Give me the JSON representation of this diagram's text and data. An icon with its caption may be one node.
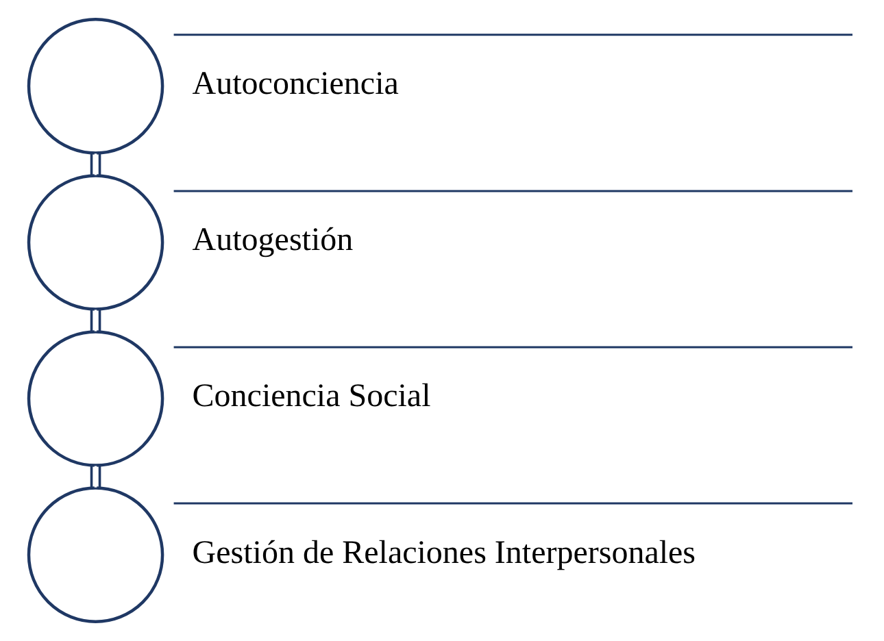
{
  "diagram": {
    "nodes": [
      {
        "text": [],
        "shape": "circle"
      },
      {
        "text": [
          "Autoconciencia"
        ]
      },
      {
        "text": [],
        "shape": "circle"
      },
      {
        "text": [
          "Autogestión"
        ]
      },
      {
        "text": [],
        "shape": "circle"
      },
      {
        "text": [
          "Conciencia Social"
        ]
      },
      {
        "text": [],
        "shape": "circle"
      },
      {
        "text": [
          "Gestión de Relaciones Interpersonales"
        ]
      }
    ],
    "edges": [
      {
        "from": 0,
        "to": 2,
        "arrow": "none"
      },
      {
        "from": 2,
        "to": 4,
        "arrow": "none"
      },
      {
        "from": 4,
        "to": 6,
        "arrow": "none"
      }
    ]
  }
}
